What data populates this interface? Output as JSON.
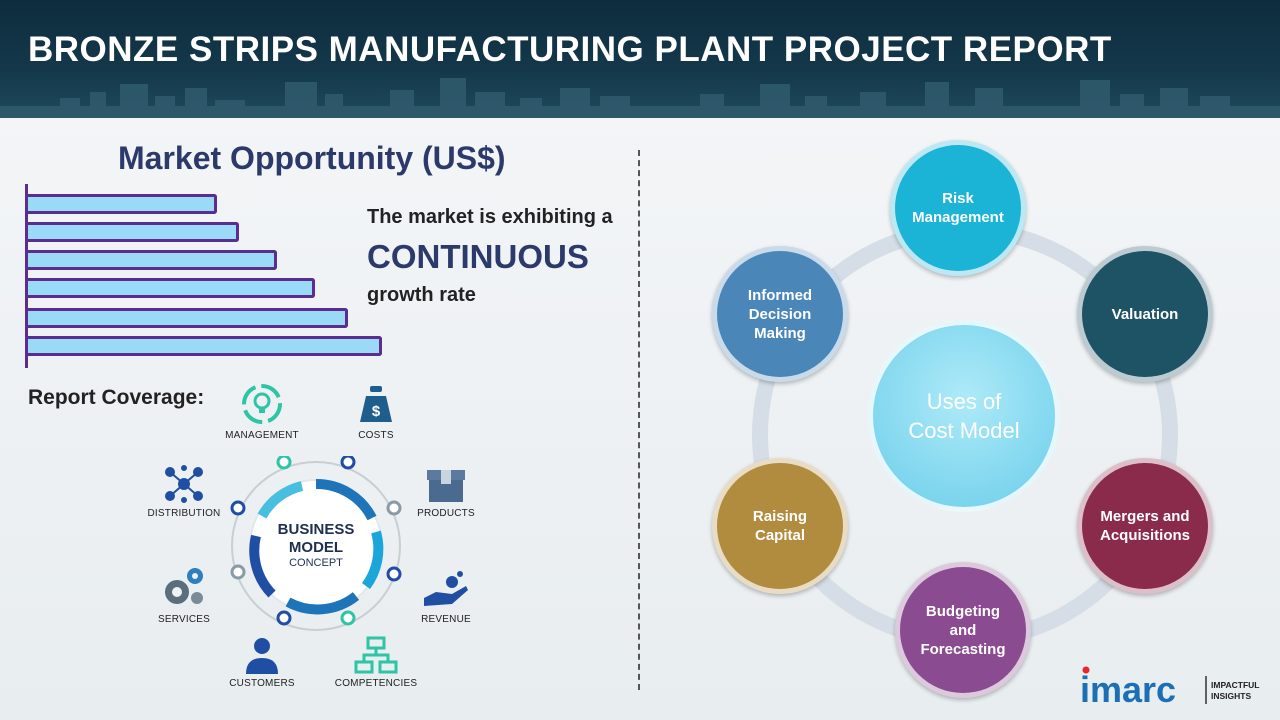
{
  "title": "BRONZE STRIPS MANUFACTURING PLANT PROJECT REPORT",
  "market": {
    "heading": "Market Opportunity (US$)",
    "line1": "The market is exhibiting a",
    "line2": "CONTINUOUS",
    "line3": "growth rate",
    "bars": [
      0.5,
      0.56,
      0.66,
      0.76,
      0.85,
      0.94
    ]
  },
  "coverage": {
    "heading": "Report Coverage:",
    "center_line1": "BUSINESS",
    "center_line2": "MODEL",
    "center_line3": "CONCEPT",
    "items": {
      "management": "MANAGEMENT",
      "costs": "COSTS",
      "distribution": "DISTRIBUTION",
      "products": "PRODUCTS",
      "services": "SERVICES",
      "revenue": "REVENUE",
      "customers": "CUSTOMERS",
      "competencies": "COMPETENCIES"
    }
  },
  "cost_model": {
    "center_line1": "Uses of",
    "center_line2": "Cost Model",
    "nodes": {
      "risk": {
        "l1": "Risk",
        "l2": "Management",
        "color": "#1bb3d6"
      },
      "valuation": {
        "l1": "Valuation",
        "color": "#1e5265"
      },
      "mergers": {
        "l1": "Mergers and",
        "l2": "Acquisitions",
        "color": "#8b2b4b"
      },
      "budgeting": {
        "l1": "Budgeting",
        "l2": "and",
        "l3": "Forecasting",
        "color": "#8b4b90"
      },
      "raising": {
        "l1": "Raising",
        "l2": "Capital",
        "color": "#b18b3e"
      },
      "informed": {
        "l1": "Informed",
        "l2": "Decision",
        "l3": "Making",
        "color": "#4a86b8"
      }
    }
  },
  "logo": {
    "brand": "imarc",
    "tag1": "IMPACTFUL",
    "tag2": "INSIGHTS"
  }
}
